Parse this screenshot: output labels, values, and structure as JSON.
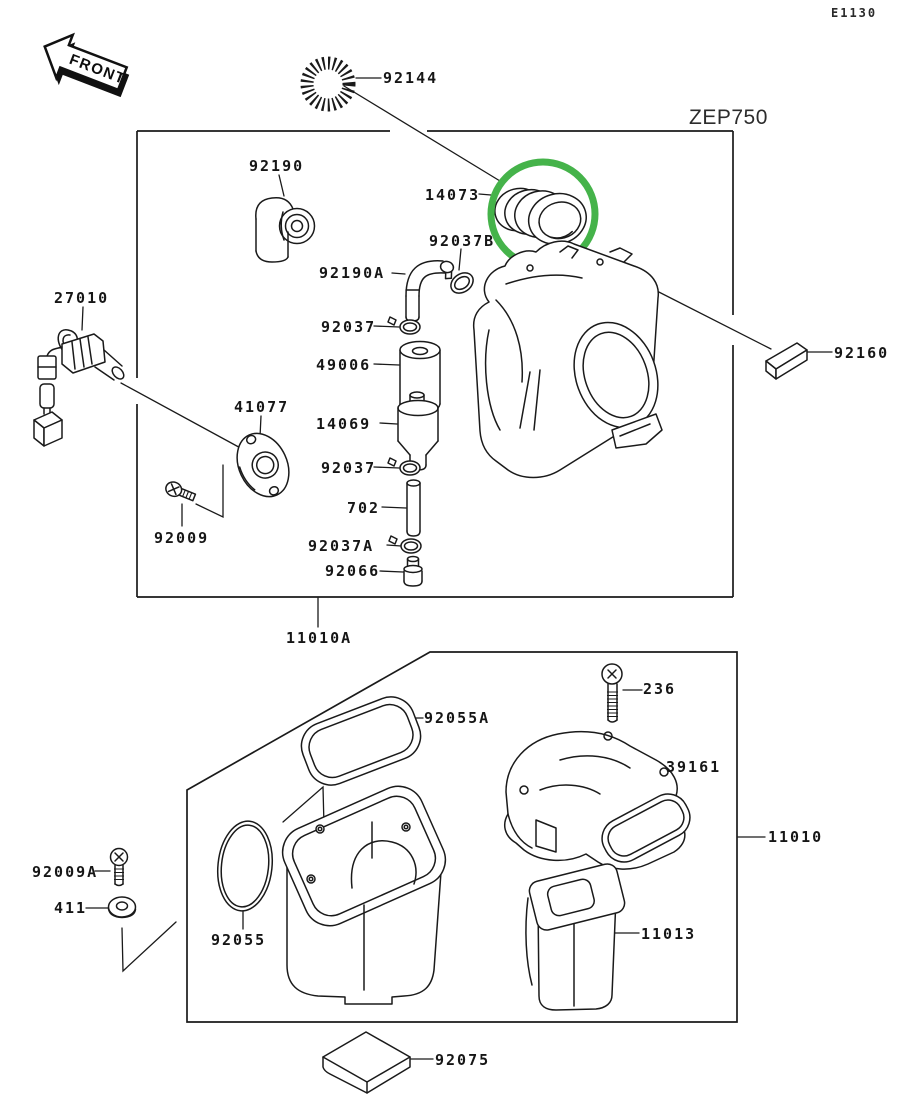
{
  "meta": {
    "diagram_code": "E1130",
    "model": "ZEP750",
    "front_label": "FRONT",
    "highlight_color": "#45B34A"
  },
  "parts": {
    "p92144": "92144",
    "p92190": "92190",
    "p14073": "14073",
    "p92037b": "92037B",
    "p92190a": "92190A",
    "p27010": "27010",
    "p92037": "92037",
    "p49006": "49006",
    "p41077": "41077",
    "p14069": "14069",
    "p702": "702",
    "p92009": "92009",
    "p92037a": "92037A",
    "p92066": "92066",
    "p92160": "92160",
    "p11010a": "11010A",
    "p92055a": "92055A",
    "p236": "236",
    "p39161": "39161",
    "p11010": "11010",
    "p92009a": "92009A",
    "p411": "411",
    "p92055": "92055",
    "p11013": "11013",
    "p92075": "92075"
  }
}
